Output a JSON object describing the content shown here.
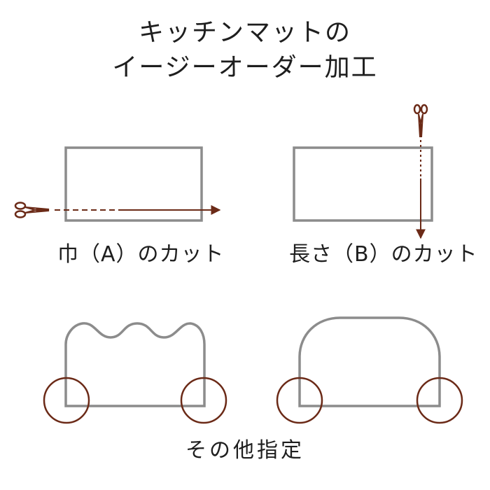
{
  "title": {
    "line1": "キッチンマットの",
    "line2": "イージーオーダー加工"
  },
  "captions": {
    "width_cut": "巾（A）のカット",
    "length_cut": "長さ（B）のカット",
    "other": "その他指定"
  },
  "colors": {
    "outline": "#8c8c8c",
    "accent": "#6b2a17",
    "text": "#1e1e1e"
  },
  "icons": {
    "scissors": "scissors-icon"
  }
}
